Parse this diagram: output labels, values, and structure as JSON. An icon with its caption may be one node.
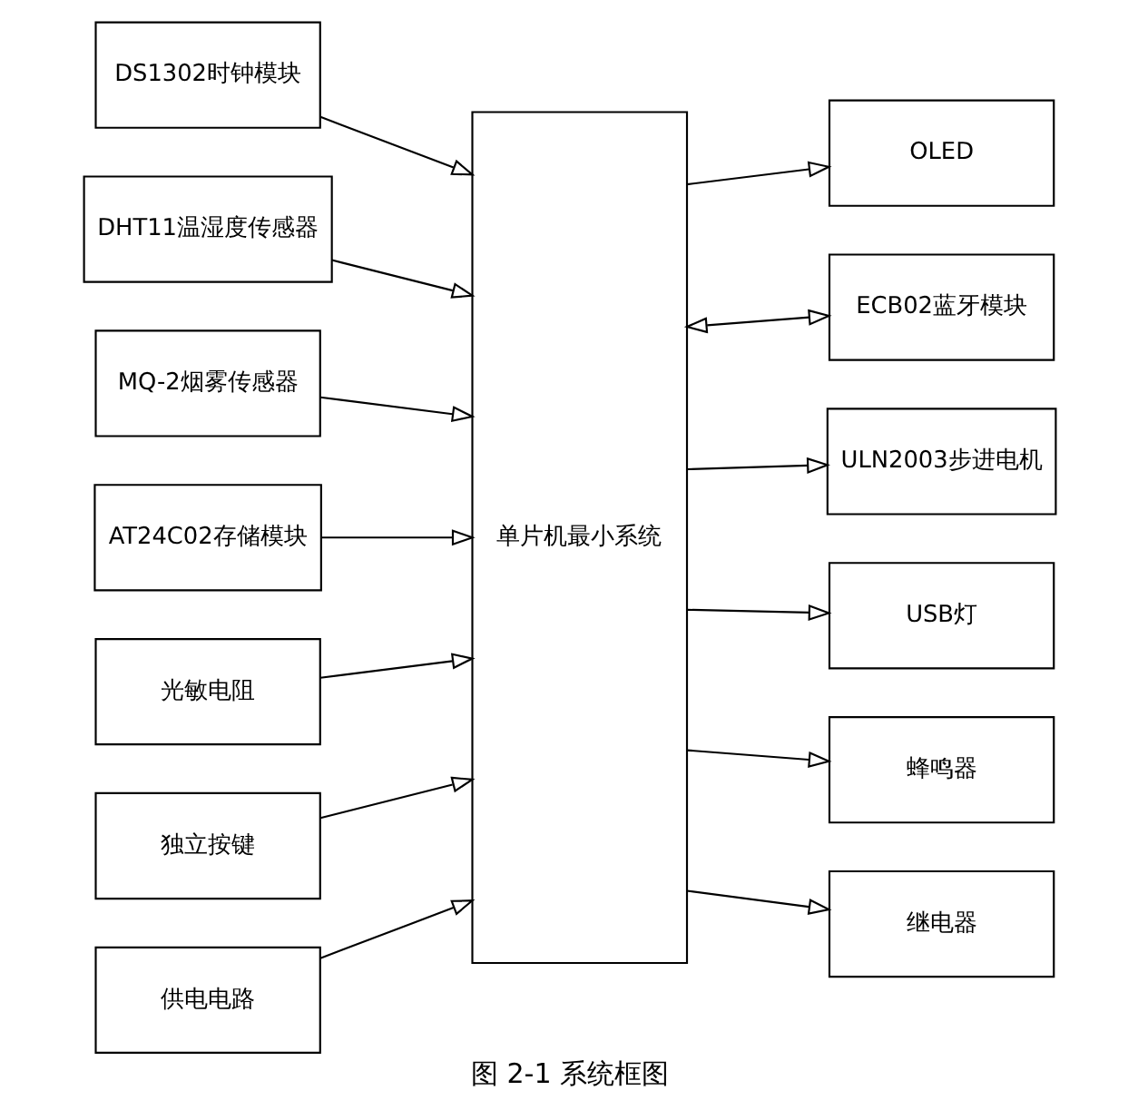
{
  "diagram": {
    "caption": "图 2-1 系统框图",
    "nodes": [
      {
        "text": [
          "DS1302时钟模块"
        ]
      },
      {
        "text": [
          "DHT11温湿度传感器"
        ]
      },
      {
        "text": [
          "MQ-2烟雾传感器"
        ]
      },
      {
        "text": [
          "AT24C02存储模块"
        ]
      },
      {
        "text": [
          "光敏电阻"
        ]
      },
      {
        "text": [
          "独立按键"
        ]
      },
      {
        "text": [
          "供电电路"
        ]
      },
      {
        "text": [
          "单片机最小系统"
        ]
      },
      {
        "text": [
          "OLED"
        ]
      },
      {
        "text": [
          "ECB02蓝牙模块"
        ]
      },
      {
        "text": [
          "ULN2003步进电机"
        ]
      },
      {
        "text": [
          "USB灯"
        ]
      },
      {
        "text": [
          "蜂鸣器"
        ]
      },
      {
        "text": [
          "继电器"
        ]
      }
    ],
    "edges": [
      {
        "from": 0,
        "to": 7,
        "arrow": "to"
      },
      {
        "from": 1,
        "to": 7,
        "arrow": "to"
      },
      {
        "from": 2,
        "to": 7,
        "arrow": "to"
      },
      {
        "from": 3,
        "to": 7,
        "arrow": "to"
      },
      {
        "from": 4,
        "to": 7,
        "arrow": "to"
      },
      {
        "from": 5,
        "to": 7,
        "arrow": "to"
      },
      {
        "from": 6,
        "to": 7,
        "arrow": "to"
      },
      {
        "from": 7,
        "to": 8,
        "arrow": "to"
      },
      {
        "from": 7,
        "to": 9,
        "arrow": "both"
      },
      {
        "from": 7,
        "to": 10,
        "arrow": "to"
      },
      {
        "from": 7,
        "to": 11,
        "arrow": "to"
      },
      {
        "from": 7,
        "to": 12,
        "arrow": "to"
      },
      {
        "from": 7,
        "to": 13,
        "arrow": "to"
      }
    ]
  }
}
